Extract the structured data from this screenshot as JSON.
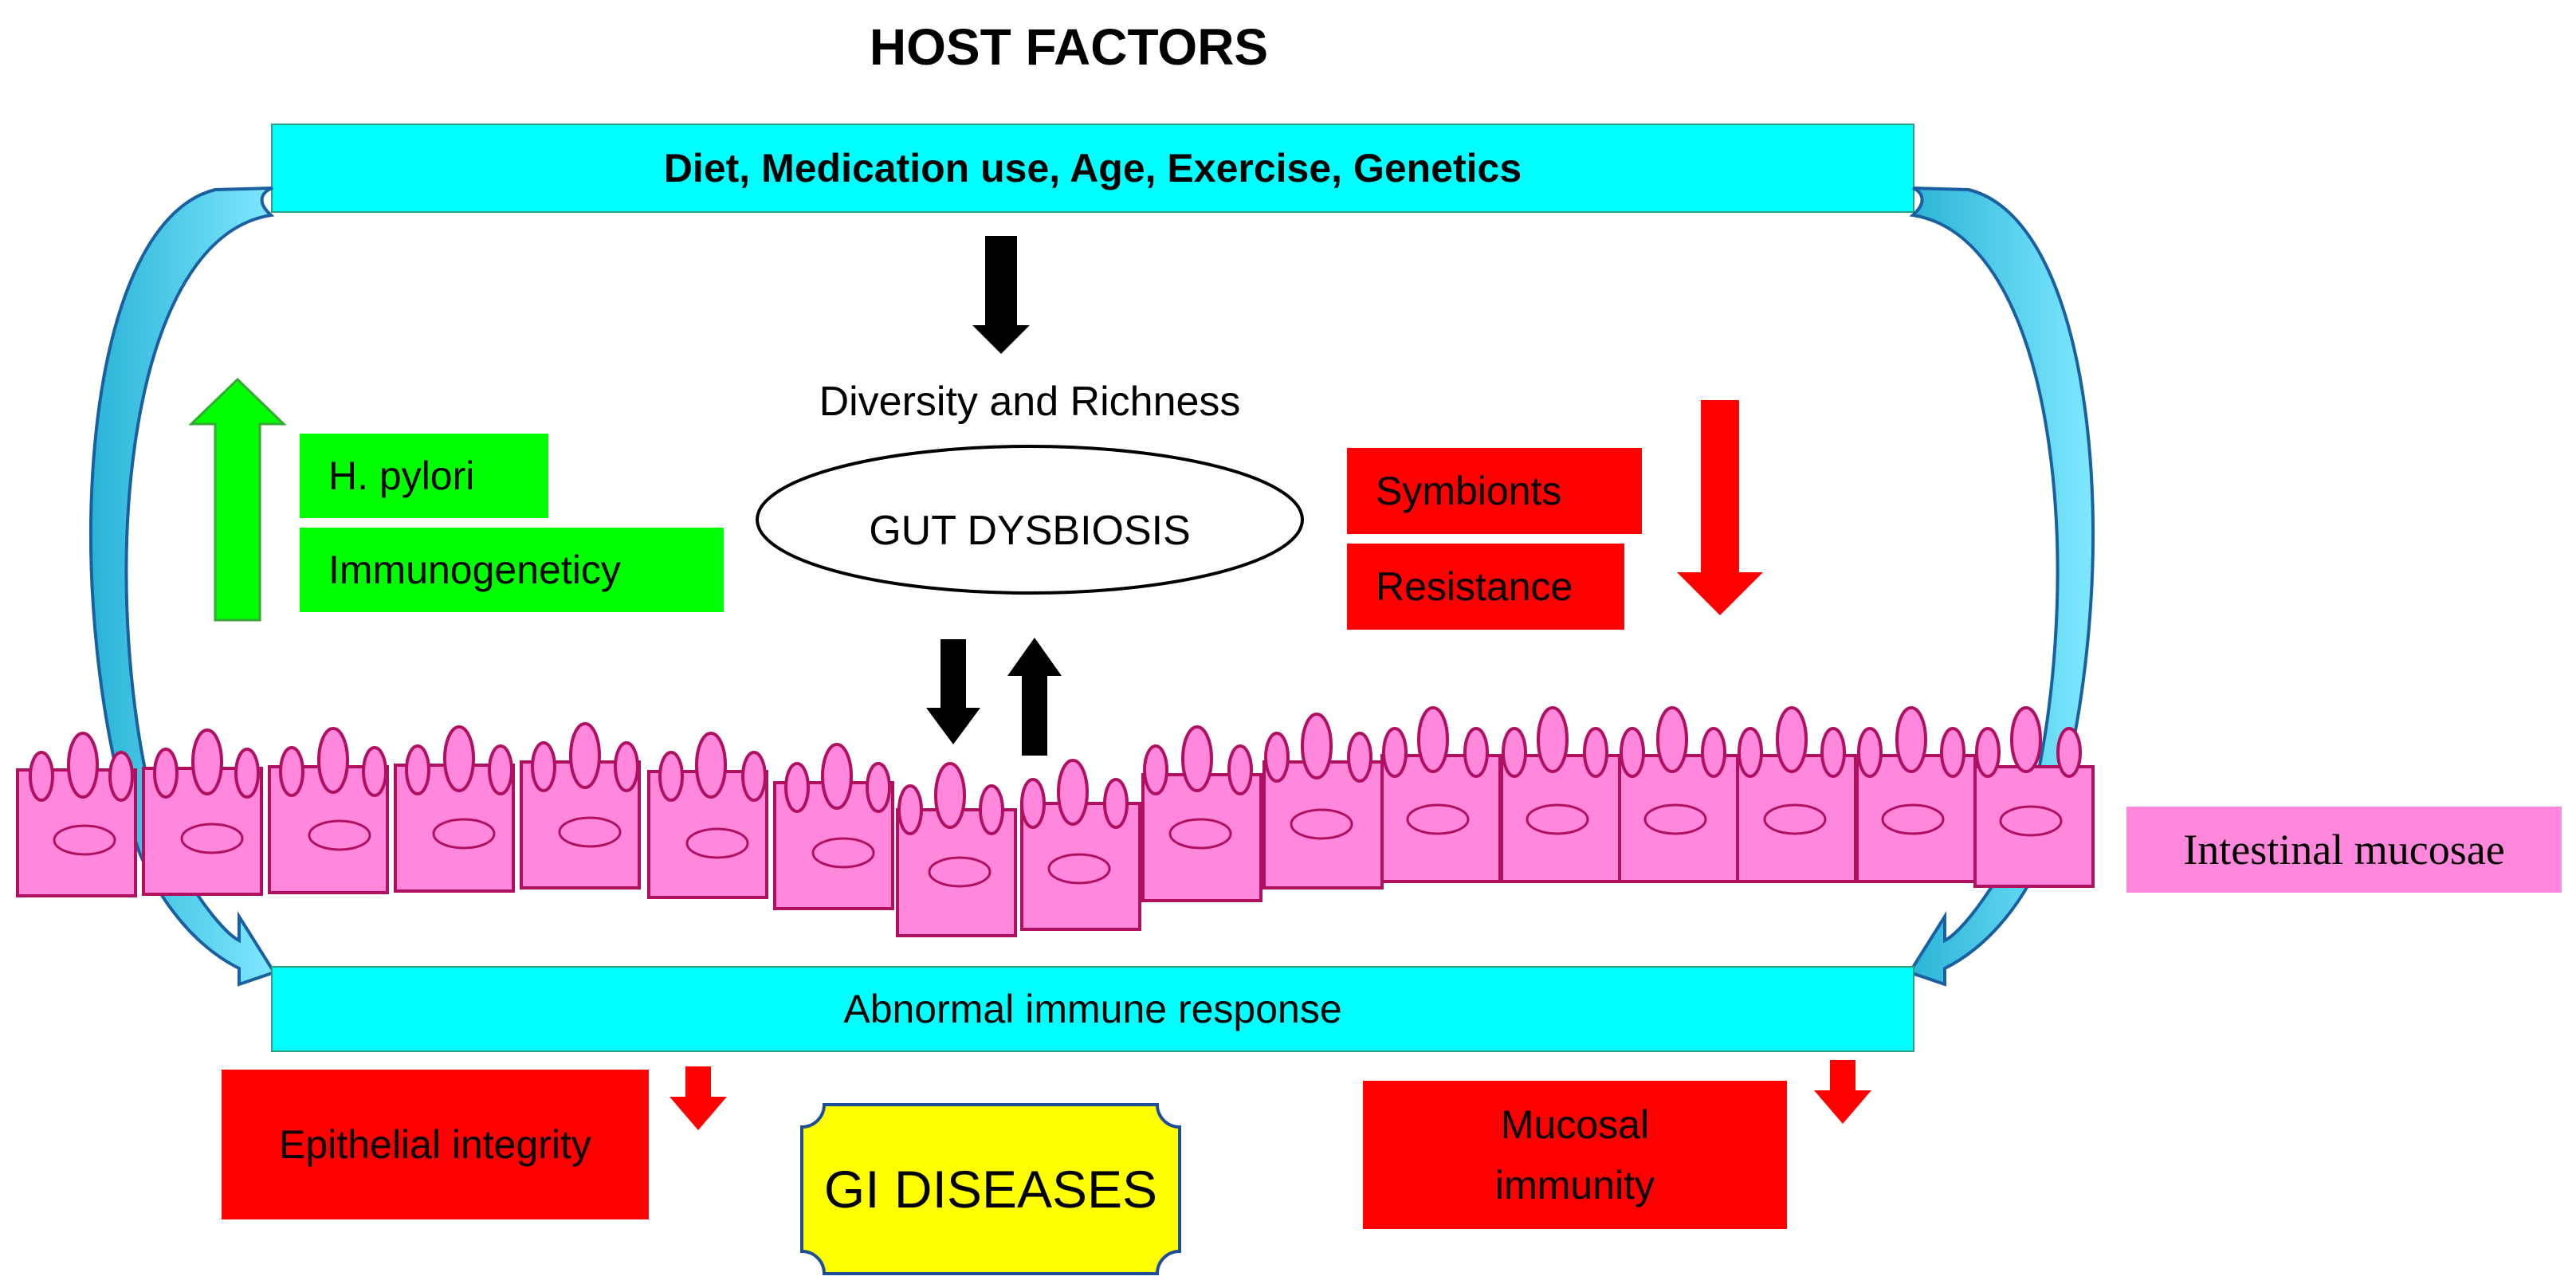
{
  "title": "HOST FACTORS",
  "host_factors_bar": "Diet, Medication use, Age, Exercise, Genetics",
  "center": {
    "caption": "Diversity and Richness",
    "ellipse_label": "GUT DYSBIOSIS"
  },
  "increased": {
    "items": [
      "H. pylori",
      "Immunogeneticy"
    ]
  },
  "decreased": {
    "items": [
      "Symbionts",
      "Resistance"
    ]
  },
  "mucosa_label": "Intestinal mucosae",
  "immune_bar": "Abnormal immune response",
  "outcomes": {
    "epithelial": "Epithelial integrity",
    "mucosal": "Mucosal immunity",
    "disease": "GI DISEASES"
  },
  "colors": {
    "cyan": "#00ffff",
    "green": "#00ff00",
    "red": "#ff0000",
    "pink": "#ff88dd",
    "yellow": "#ffff00",
    "border_cell": "#b01060"
  }
}
